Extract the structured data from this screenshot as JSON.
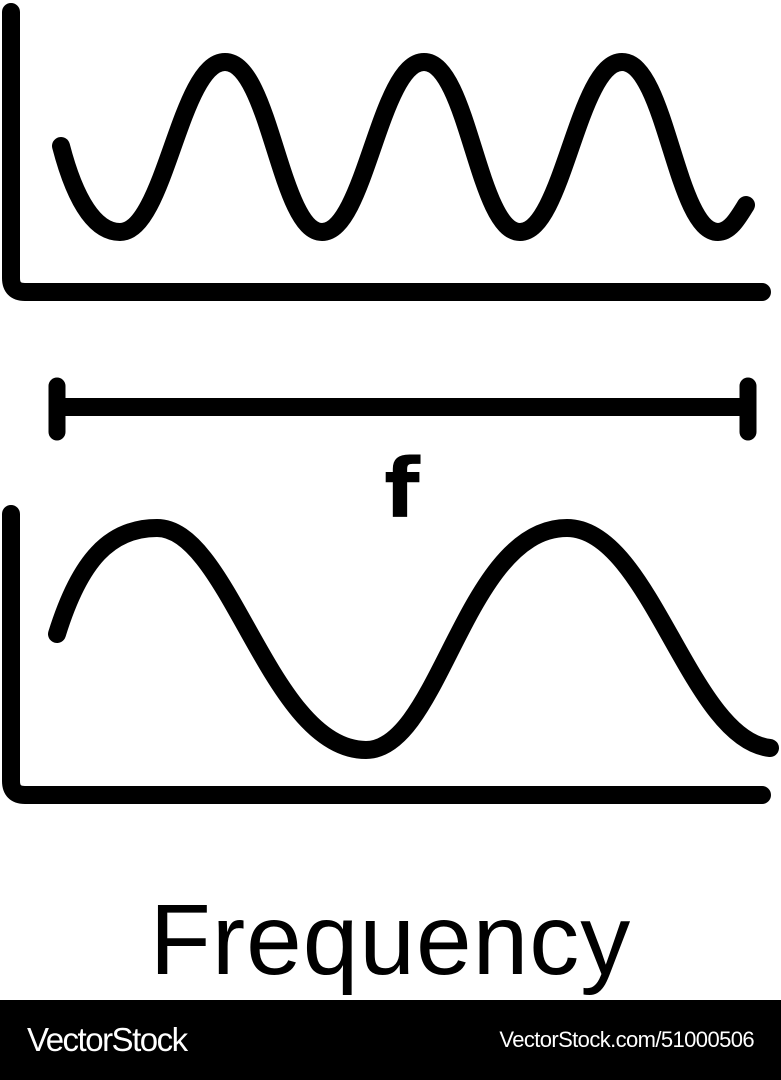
{
  "icon": {
    "title": "Frequency",
    "symbol": "f",
    "stroke_color": "#000000",
    "background_color": "#ffffff",
    "top_wave": {
      "description": "high-frequency wave",
      "cycles_visible": 3.5
    },
    "bottom_wave": {
      "description": "low-frequency wave",
      "cycles_visible": 1.75
    },
    "span_marker": {
      "description": "horizontal measurement bar with end caps"
    }
  },
  "footer": {
    "brand": "VectorStock",
    "url": "VectorStock.com/51000506",
    "background_color": "#000000",
    "text_color": "#ffffff"
  }
}
